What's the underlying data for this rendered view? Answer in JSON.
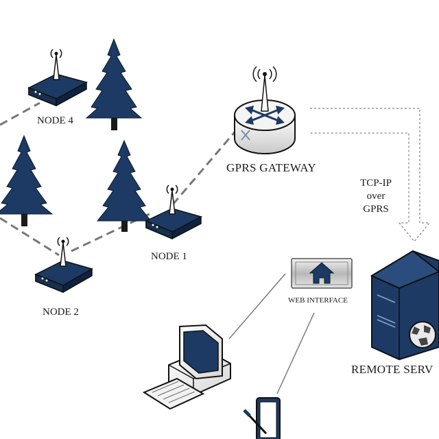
{
  "nodes": {
    "node4": "NODE 4",
    "node1": "NODE 1",
    "node2": "NODE 2"
  },
  "gateway": "GPRS GATEWAY",
  "link": {
    "line1": "TCP-IP",
    "line2": "over",
    "line3": "GPRS"
  },
  "web_interface": "WEB INTERFACE",
  "server": "REMOTE SERV",
  "colors": {
    "device_blue": "#1c3a63",
    "outline": "#111111",
    "link_gray": "#777777"
  }
}
